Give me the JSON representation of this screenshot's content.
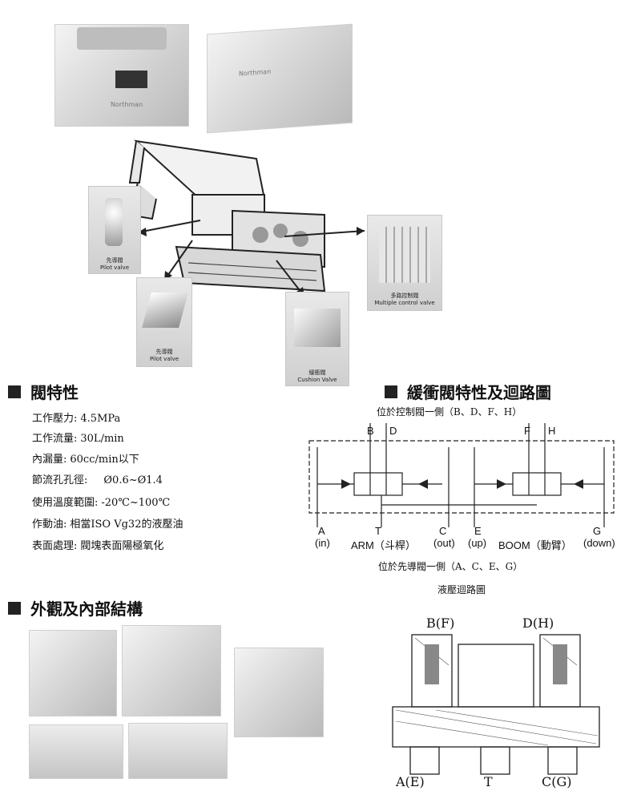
{
  "brand": "Northman",
  "figure_captions": {
    "pilot_valve_1": "先導閥",
    "pilot_valve_1_en": "Pilot valve",
    "pilot_valve_2": "先導閥",
    "pilot_valve_2_en": "Pilot valve",
    "cushion_valve": "緩衝閥",
    "cushion_valve_en": "Cushion Valve",
    "multiple_control": "多路控制閥",
    "multiple_control_en": "Multiple control valve"
  },
  "valve_features": {
    "title": "閥特性",
    "items": [
      {
        "label": "工作壓力:",
        "value": "4.5MPa"
      },
      {
        "label": "工作流量:",
        "value": "30L/min"
      },
      {
        "label": "內漏量:",
        "value": "60cc/min以下"
      },
      {
        "label": "節流孔孔徑:",
        "value": "Ø0.6~Ø1.4"
      },
      {
        "label": "使用溫度範圍:",
        "value": "-20℃~100℃"
      },
      {
        "label": "作動油:",
        "value": "相當ISO Vg32的液壓油"
      },
      {
        "label": "表面處理:",
        "value": "閥塊表面陽極氧化"
      }
    ]
  },
  "circuit": {
    "title": "緩衝閥特性及迴路圖",
    "top_note": "位於控制閥一側（B、D、F、H）",
    "top_ports": [
      "B",
      "D",
      "F",
      "H"
    ],
    "bottom_ports": [
      {
        "letter": "A",
        "desc": "(in)"
      },
      {
        "letter": "T",
        "desc": "ARM（斗桿）"
      },
      {
        "letter": "C",
        "desc": "(out)"
      },
      {
        "letter": "E",
        "desc": "(up)"
      },
      {
        "letter": "",
        "desc": "BOOM（動臂）"
      },
      {
        "letter": "G",
        "desc": "(down)"
      }
    ],
    "bottom_note": "位於先導閥一側（A、C、E、G）",
    "diagram_caption": "液壓迴路圖"
  },
  "appearance": {
    "title": "外觀及內部結構"
  },
  "section_drawing": {
    "top_left": "B(F)",
    "top_right": "D(H)",
    "bottom_left": "A(E)",
    "bottom_mid": "T",
    "bottom_right": "C(G)"
  }
}
